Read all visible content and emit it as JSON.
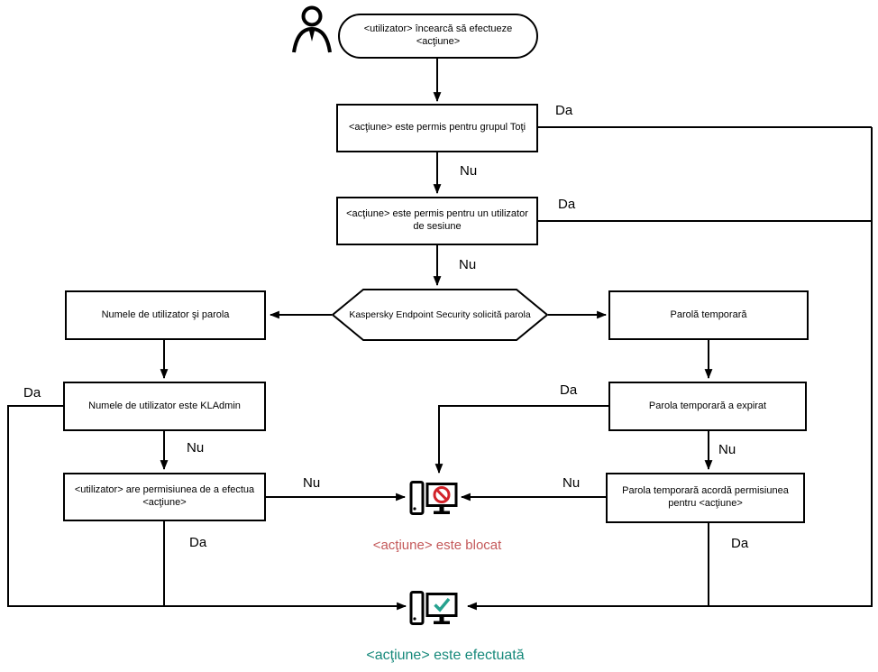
{
  "diagram": {
    "type": "flowchart",
    "nodes": {
      "start": "<utilizator> încearcă să efectueze <acţiune>",
      "allowed_group_all": "<acţiune> este permis pentru grupul Toţi",
      "allowed_session_user": "<acţiune> este permis pentru un utilizator de sesiune",
      "kes_prompts_password": "Kaspersky Endpoint Security solicită parola",
      "username_and_password": "Numele de utilizator şi parola",
      "temporary_password": "Parolă temporară",
      "username_is_kladmin": "Numele de utilizator este KLAdmin",
      "temp_password_expired": "Parola temporară a expirat",
      "user_has_permission": "<utilizator> are permisiunea de a efectua <acţiune>",
      "temp_password_grants": "Parola temporară acordă permisiunea pentru <acţiune>",
      "action_blocked": "<acţiune> este blocat",
      "action_performed": "<acţiune> este efectuată"
    },
    "labels": {
      "yes": "Da",
      "no": "Nu"
    },
    "colors": {
      "line": "#000000",
      "box_border": "#000000",
      "blocked_text": "#c4595a",
      "blocked_icon": "#d2232a",
      "performed_text": "#17897b",
      "performed_icon": "#26a28f"
    }
  }
}
